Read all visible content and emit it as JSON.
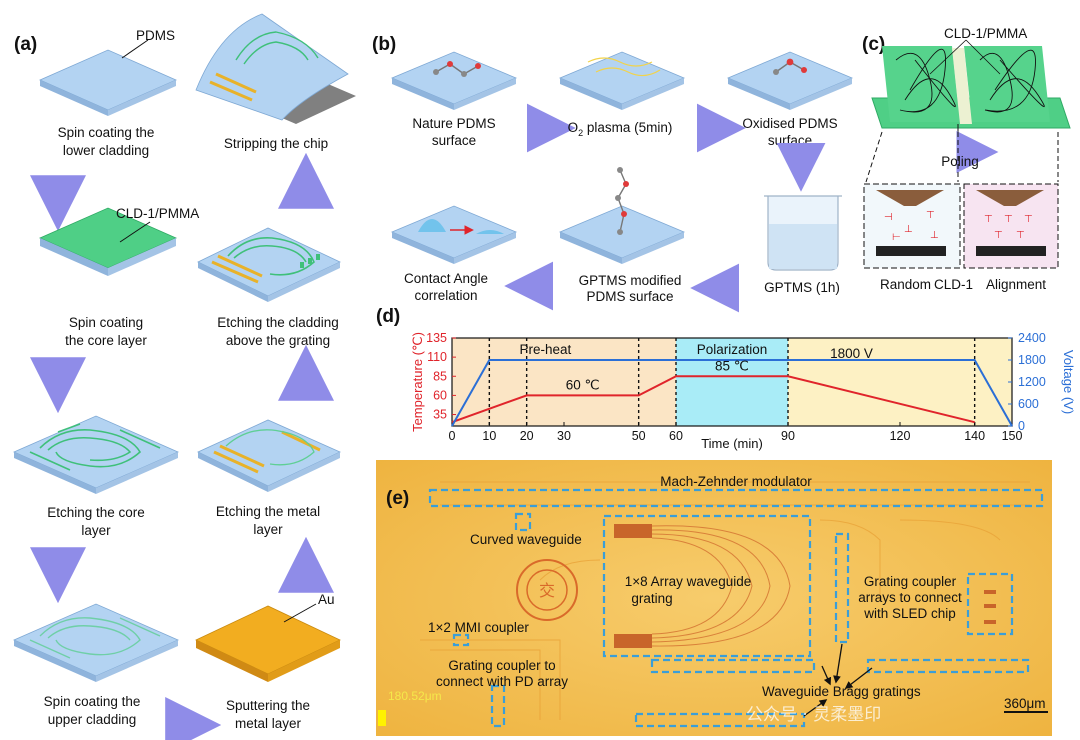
{
  "panels": {
    "a": {
      "label": "(a)",
      "steps": [
        {
          "caption_1": "Spin coating the",
          "caption_2": "lower cladding",
          "material": "PDMS"
        },
        {
          "caption_1": "Spin coating",
          "caption_2": "the core layer",
          "material": "CLD-1/PMMA"
        },
        {
          "caption_1": "Etching the core",
          "caption_2": "layer"
        },
        {
          "caption_1": "Spin coating the",
          "caption_2": "upper cladding"
        },
        {
          "caption_1": "Sputtering the",
          "caption_2": "metal layer",
          "material": "Au"
        },
        {
          "caption_1": "Etching the metal",
          "caption_2": "layer"
        },
        {
          "caption_1": "Etching the cladding",
          "caption_2": "above the grating"
        },
        {
          "caption_1": "Stripping the chip",
          "caption_2": ""
        }
      ]
    },
    "b": {
      "label": "(b)",
      "steps": [
        {
          "caption_1": "Nature PDMS",
          "caption_2": "surface"
        },
        {
          "caption_1": "O",
          "caption_sub": "2",
          "caption_2": " plasma (5min)"
        },
        {
          "caption_1": "Oxidised PDMS",
          "caption_2": "surface"
        },
        {
          "caption_1": "GPTMS (1h)"
        },
        {
          "caption_1": "GPTMS modified",
          "caption_2": "PDMS surface"
        },
        {
          "caption_1": "Contact Angle",
          "caption_2": "correlation"
        }
      ]
    },
    "c": {
      "label": "(c)",
      "material": "CLD-1/PMMA",
      "process": "Poling",
      "left_state": "Random",
      "middle_label": "CLD-1",
      "right_state": "Alignment"
    },
    "d": {
      "label": "(d)",
      "regions": [
        "Pre-heat",
        "Polarization"
      ],
      "annotations": {
        "hold_1": "60 ℃",
        "hold_2": "85 ℃",
        "voltage": "1800 V"
      }
    },
    "e": {
      "label": "(e)",
      "labels": {
        "mzm": "Mach-Zehnder modulator",
        "curved": "Curved waveguide",
        "awg_1": "1×8 Array waveguide",
        "awg_2": "grating",
        "mmi": "1×2 MMI coupler",
        "gc_pd_1": "Grating coupler to",
        "gc_pd_2": "connect with PD array",
        "gc_arr_1": "Grating coupler",
        "gc_arr_2": "arrays to connect",
        "gc_arr_3": "with SLED chip",
        "bragg": "Waveguide Bragg gratings",
        "scale": "360μm",
        "scale_left": "180.52μm",
        "watermark": "公众号 · 灵柔墨印"
      }
    }
  },
  "colors": {
    "temperature": "#e0242b",
    "voltage": "#2b6fd6",
    "preheat_bg": "#fbe5c5",
    "polarization_bg": "#a9ecf7",
    "tail_bg": "#fdf1c4",
    "pdms": "#b3d3f2",
    "core": "#4fcf86",
    "gold": "#f2ad20",
    "chip_photo": "#f4c05a",
    "dash_box": "#3a9ed8",
    "flow_arrow": "#9a97e6"
  },
  "chart_data": {
    "type": "line",
    "xlabel": "Time (min)",
    "ylabel_left": "Temperature (℃)",
    "ylabel_right": "Voltage (V)",
    "xlim": [
      0,
      150
    ],
    "ylim_left": [
      20,
      135
    ],
    "ylim_right": [
      0,
      2400
    ],
    "x_ticks": [
      0,
      10,
      20,
      30,
      50,
      60,
      90,
      120,
      140,
      150
    ],
    "y_ticks_left": [
      35,
      60,
      85,
      110,
      135
    ],
    "y_ticks_right": [
      0,
      600,
      1200,
      1800,
      2400
    ],
    "series": [
      {
        "name": "Temperature",
        "axis": "left",
        "x": [
          0,
          20,
          50,
          60,
          90,
          140
        ],
        "y": [
          25,
          60,
          60,
          85,
          85,
          25
        ]
      },
      {
        "name": "Voltage",
        "axis": "right",
        "x": [
          0,
          10,
          140,
          150
        ],
        "y": [
          0,
          1800,
          1800,
          0
        ]
      }
    ],
    "dashed_markers": [
      10,
      20,
      50,
      60,
      90,
      140
    ]
  }
}
